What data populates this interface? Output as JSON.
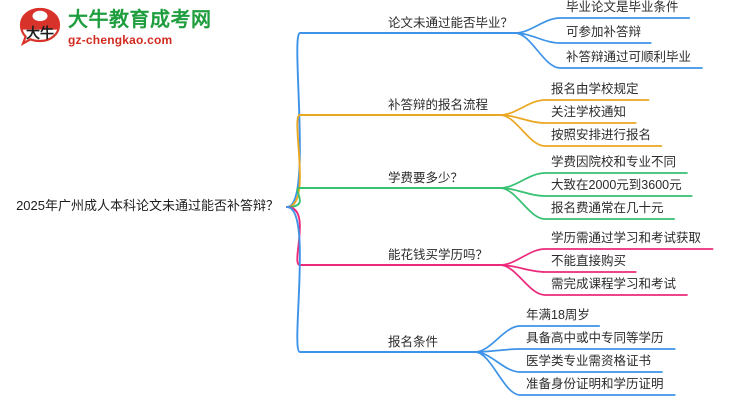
{
  "logo": {
    "mark_icon": "bull-head-speech-bubble-logo",
    "title": "大牛教育成考网",
    "subtitle": "gz-chengkao.com",
    "title_color": "#1e9e3e",
    "subtitle_color": "#d22b20",
    "mark_color": "#d8332a"
  },
  "mindmap": {
    "root": {
      "label": "2025年广州成人本科论文未通过能否补答辩？"
    },
    "branches": [
      {
        "label": "论文未通过能否毕业？",
        "color": "#3d93e8",
        "leaves": [
          "毕业论文是毕业条件",
          "可参加补答辩",
          "补答辩通过可顺利毕业"
        ]
      },
      {
        "label": "补答辩的报名流程",
        "color": "#eaa822",
        "leaves": [
          "报名由学校规定",
          "关注学校通知",
          "按照安排进行报名"
        ]
      },
      {
        "label": "学费要多少？",
        "color": "#37c172",
        "leaves": [
          "学费因院校和专业不同",
          "大致在2000元到3600元",
          "报名费通常在几十元"
        ]
      },
      {
        "label": "能花钱买学历吗？",
        "color": "#ec2a7b",
        "leaves": [
          "学历需通过学习和考试获取",
          "不能直接购买",
          "需完成课程学习和考试"
        ]
      },
      {
        "label": "报名条件",
        "color": "#3d93e8",
        "leaves": [
          "年满18周岁",
          "具备高中或中专同等学历",
          "医学类专业需资格证书",
          "准备身份证明和学历证明"
        ]
      }
    ]
  }
}
